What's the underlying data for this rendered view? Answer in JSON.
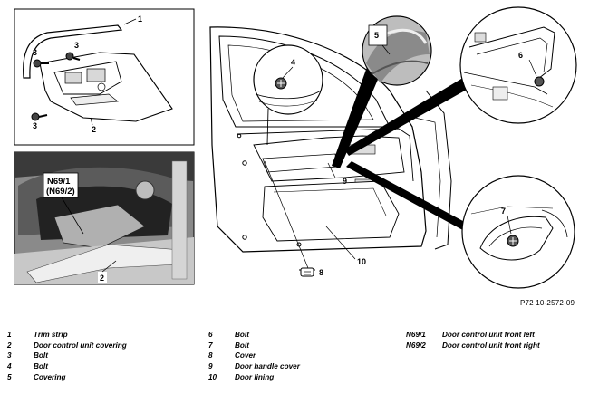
{
  "reference_code": "P72 10-2572-09",
  "callouts": {
    "c1": "1",
    "c2a": "2",
    "c2b": "2",
    "c3a": "3",
    "c3b": "3",
    "c3c": "3",
    "c4": "4",
    "c5": "5",
    "c6": "6",
    "c7": "7",
    "c8": "8",
    "c9": "9",
    "c10": "10",
    "n69_1": "N69/1",
    "n69_2": "(N69/2)"
  },
  "legend": {
    "col1": [
      {
        "num": "1",
        "text": "Trim strip"
      },
      {
        "num": "2",
        "text": "Door control unit covering"
      },
      {
        "num": "3",
        "text": "Bolt"
      },
      {
        "num": "4",
        "text": "Bolt"
      },
      {
        "num": "5",
        "text": "Covering"
      }
    ],
    "col2": [
      {
        "num": "6",
        "text": "Bolt"
      },
      {
        "num": "7",
        "text": "Bolt"
      },
      {
        "num": "8",
        "text": "Cover"
      },
      {
        "num": "9",
        "text": "Door handle cover"
      },
      {
        "num": "10",
        "text": "Door lining"
      }
    ],
    "col3": [
      {
        "num": "N69/1",
        "text": "Door control unit front left"
      },
      {
        "num": "N69/2",
        "text": "Door control unit front right"
      }
    ]
  }
}
